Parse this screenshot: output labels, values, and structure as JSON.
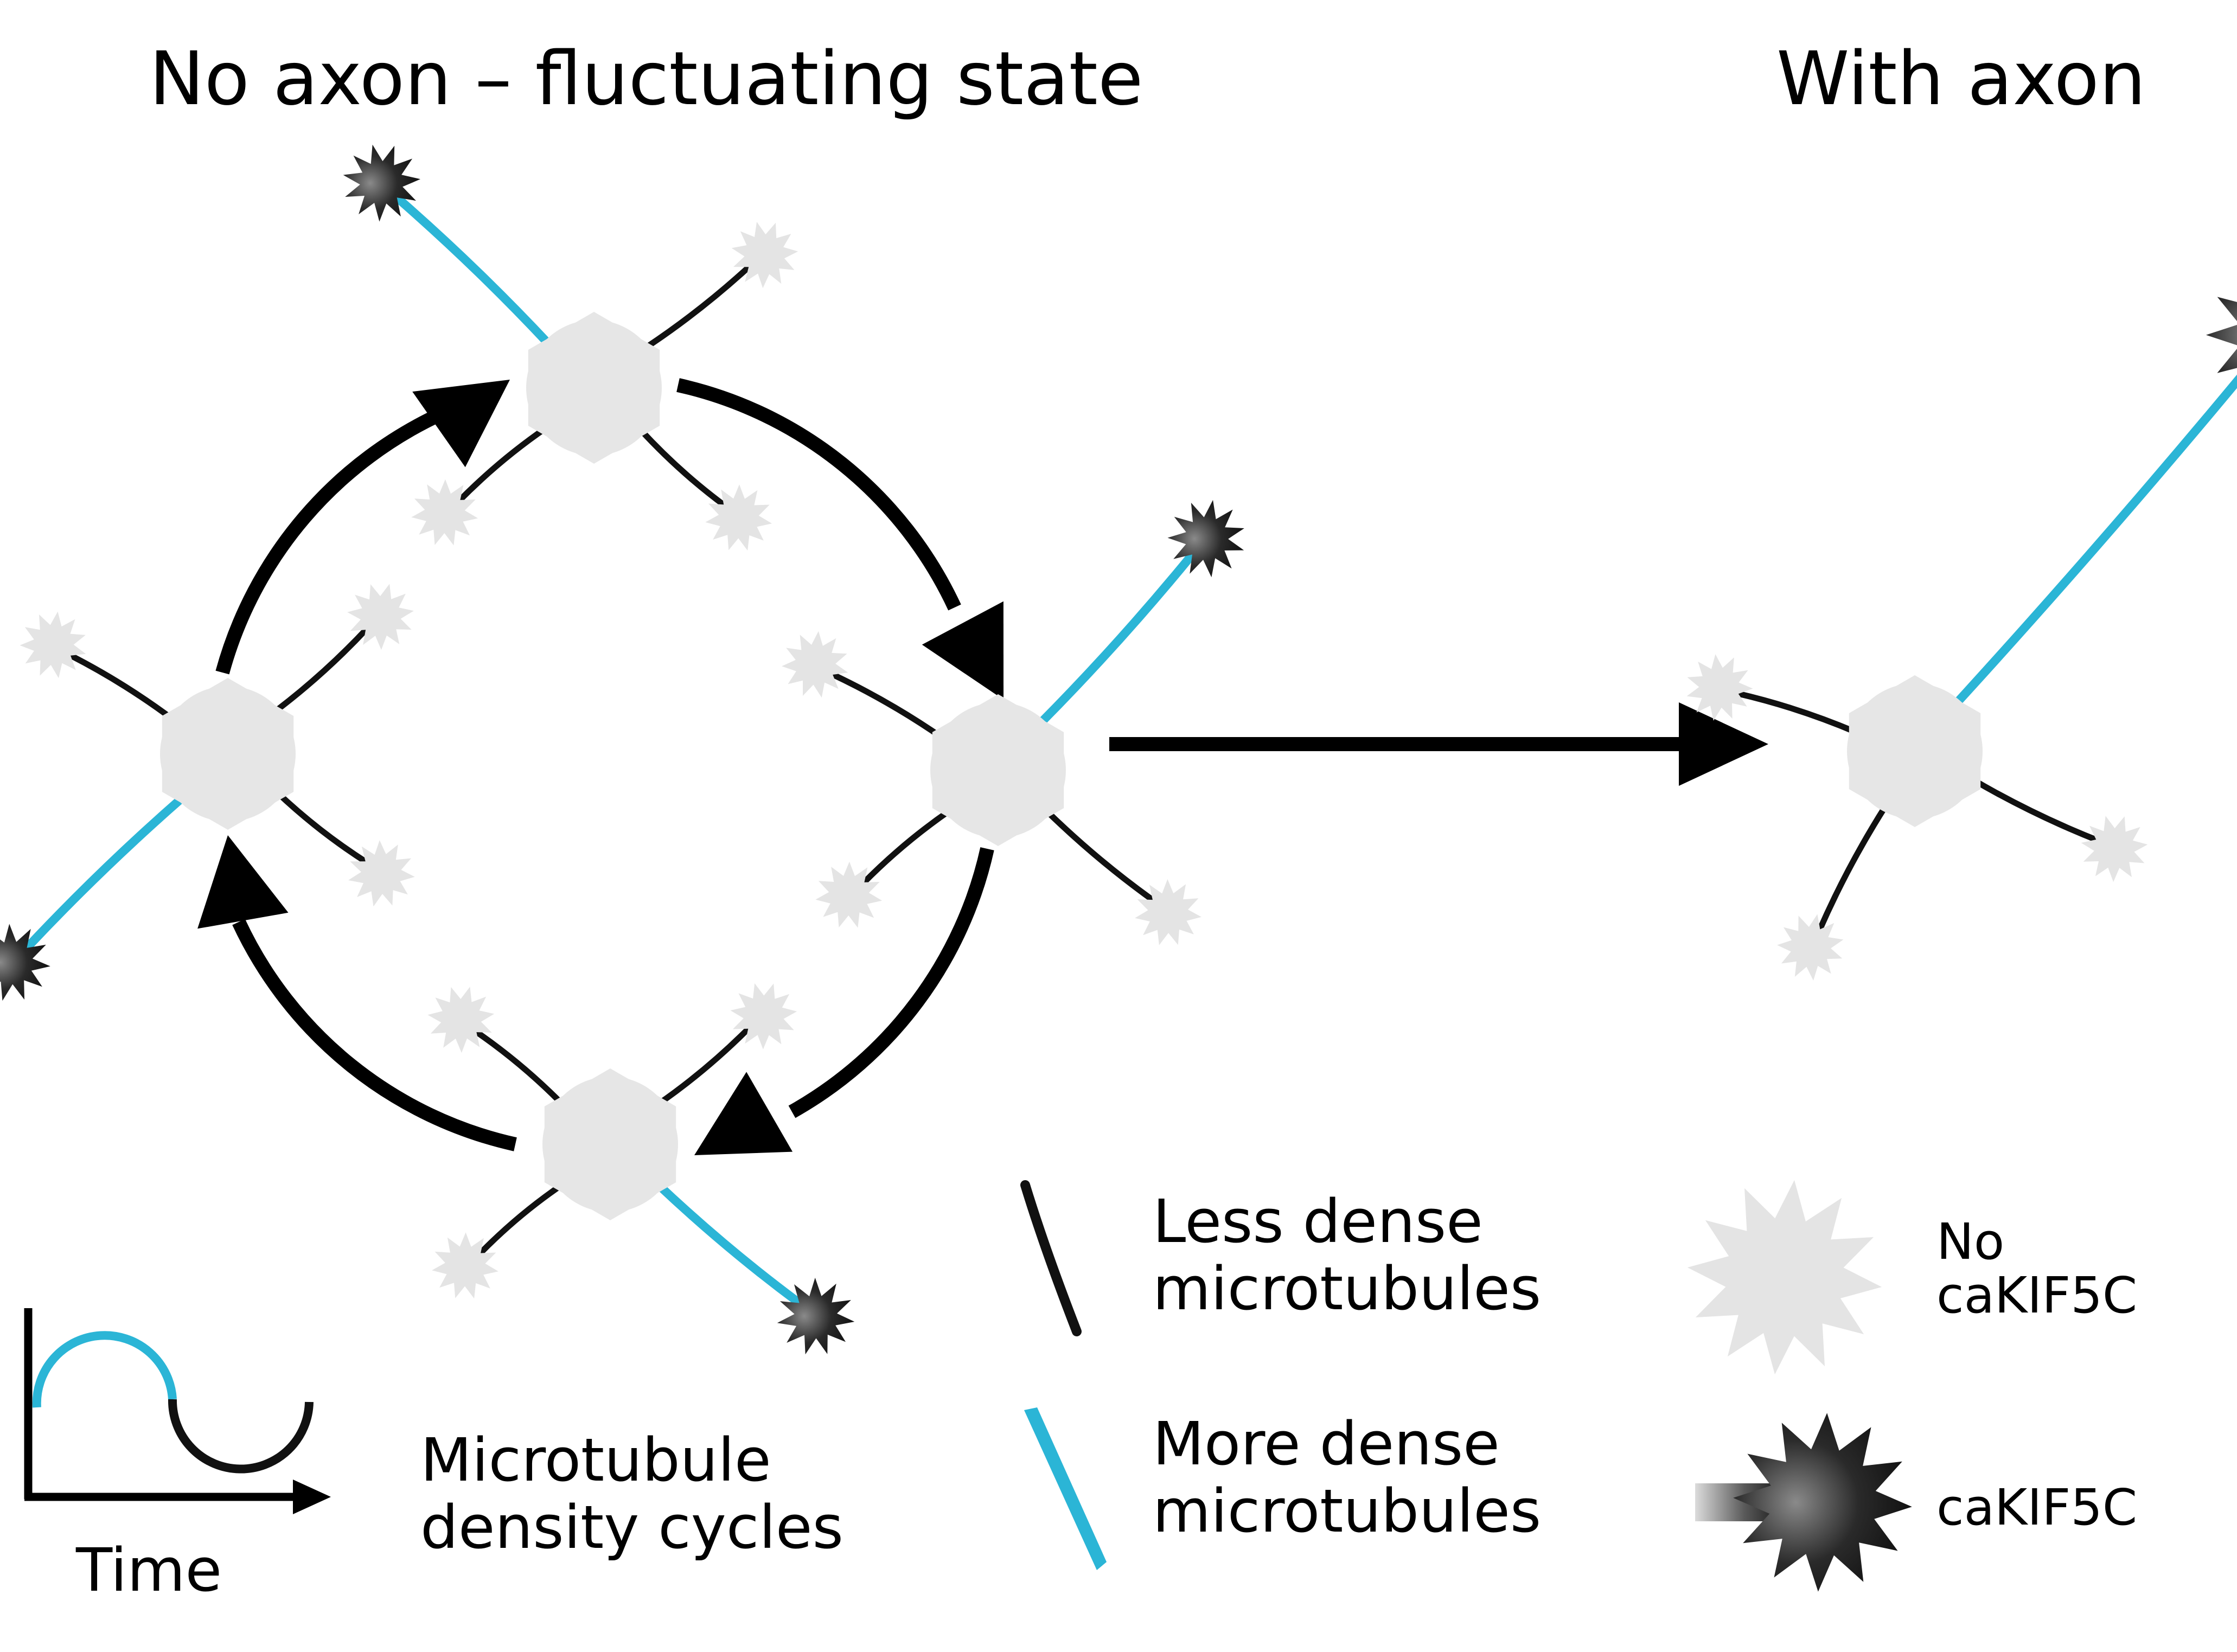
{
  "titles": {
    "left": "No axon – fluctuating state",
    "right": "With axon"
  },
  "legend": {
    "less_dense_line1": "Less dense",
    "less_dense_line2": "microtubules",
    "more_dense_line1": "More dense",
    "more_dense_line2": "microtubules",
    "no_kif_line1": "No",
    "no_kif_line2": "caKIF5C",
    "kif": "caKIF5C",
    "cycle_line1": "Microtubule",
    "cycle_line2": "density cycles",
    "time_axis": "Time"
  },
  "colors": {
    "less_dense": "#111111",
    "more_dense": "#2bb5d6",
    "soma": "#e6e6e6",
    "no_kif_cone": "#e4e4e4",
    "kif_cone_dark": "#1c1c1c",
    "arrow": "#000000"
  }
}
